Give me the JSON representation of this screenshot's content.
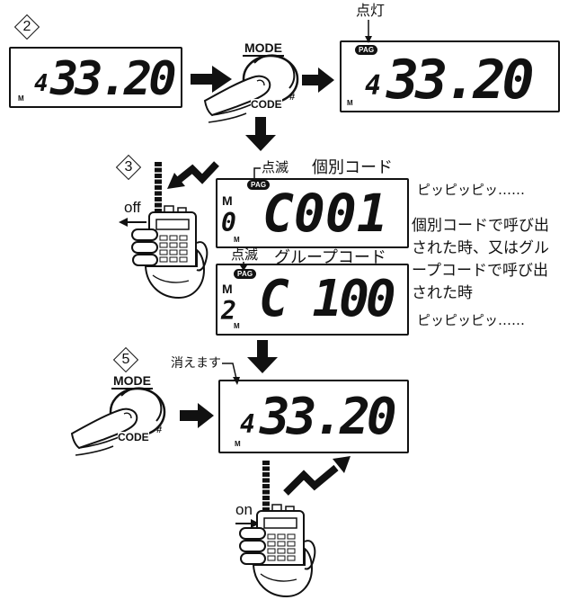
{
  "colors": {
    "ink": "#111111",
    "paper": "#ffffff"
  },
  "icons": {
    "arrow": "arrow-right-icon",
    "arrow_down": "arrow-down-icon",
    "signal": "signal-zigzag-icon",
    "button_press": "hand-pressing-button-icon",
    "radio": "handheld-radio-icon"
  },
  "step2": {
    "marker": "2",
    "display_before": {
      "freq_prefix": "4",
      "freq_main": "33.20",
      "mode_indicator": "M"
    },
    "button": {
      "mode_label": "MODE",
      "code_label": "CODE",
      "hash": "#"
    },
    "indicator_label": "点灯",
    "display_after": {
      "badge": "PAG",
      "freq_prefix": "4",
      "freq_main": "33.20",
      "mode_indicator": "M"
    }
  },
  "step3": {
    "marker": "3",
    "off_label": "off",
    "individual": {
      "blink_label": "点滅",
      "title": "個別コード",
      "badge": "PAG",
      "channel_m": "M",
      "channel_digit": "0",
      "code": "C001",
      "mode_indicator": "M",
      "beep": "ピッピッピッ……"
    },
    "group": {
      "blink_label": "点滅",
      "title": "グループコード",
      "badge": "PAG",
      "channel_m": "M",
      "channel_digit": "2",
      "code": "C 100",
      "mode_indicator": "M",
      "beep": "ピッピッピッ……"
    },
    "note_lines": [
      "個別コードで呼び出",
      "された時、又はグル",
      "ープコードで呼び出",
      "された時"
    ]
  },
  "step5": {
    "marker": "5",
    "disappears_label": "消えます",
    "button": {
      "mode_label": "MODE",
      "code_label": "CODE",
      "hash": "#"
    },
    "display": {
      "freq_prefix": "4",
      "freq_main": "33.20",
      "mode_indicator": "M"
    },
    "on_label": "on"
  }
}
